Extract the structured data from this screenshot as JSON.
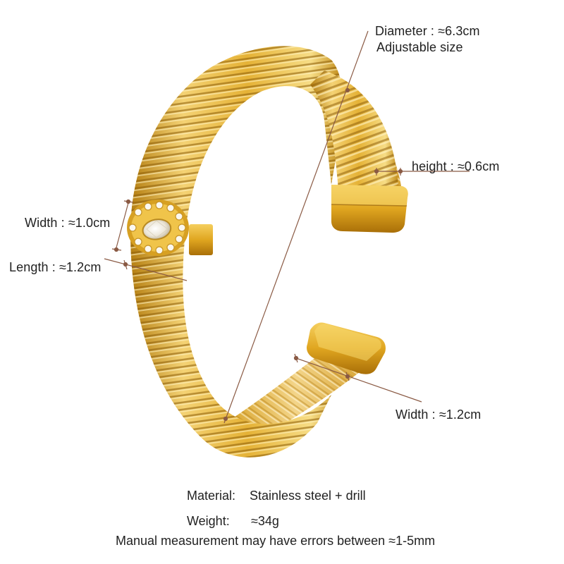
{
  "product": {
    "name": "Gold snake-chain cuff bracelet with crystal flower charm",
    "colors": {
      "gold_light": "#f6d878",
      "gold_mid": "#e2ae2a",
      "gold_dark": "#a9740a",
      "gold_shadow": "#7a4e05",
      "crystal": "#f5f2ea",
      "annotation_line": "#8a5a44"
    }
  },
  "annotations": {
    "diameter": {
      "label": "Diameter : ≈6.3cm",
      "note": "Adjustable size"
    },
    "height": {
      "label": "height : ≈0.6cm"
    },
    "charm_width": {
      "label": "Width : ≈1.0cm"
    },
    "charm_length": {
      "label": "Length : ≈1.2cm"
    },
    "band_width": {
      "label": "Width : ≈1.2cm"
    }
  },
  "specs": {
    "material_key": "Material:",
    "material_value": "Stainless steel + drill",
    "weight_key": "Weight:",
    "weight_value": "≈34g",
    "disclaimer": "Manual measurement may have errors between ≈1-5mm"
  }
}
